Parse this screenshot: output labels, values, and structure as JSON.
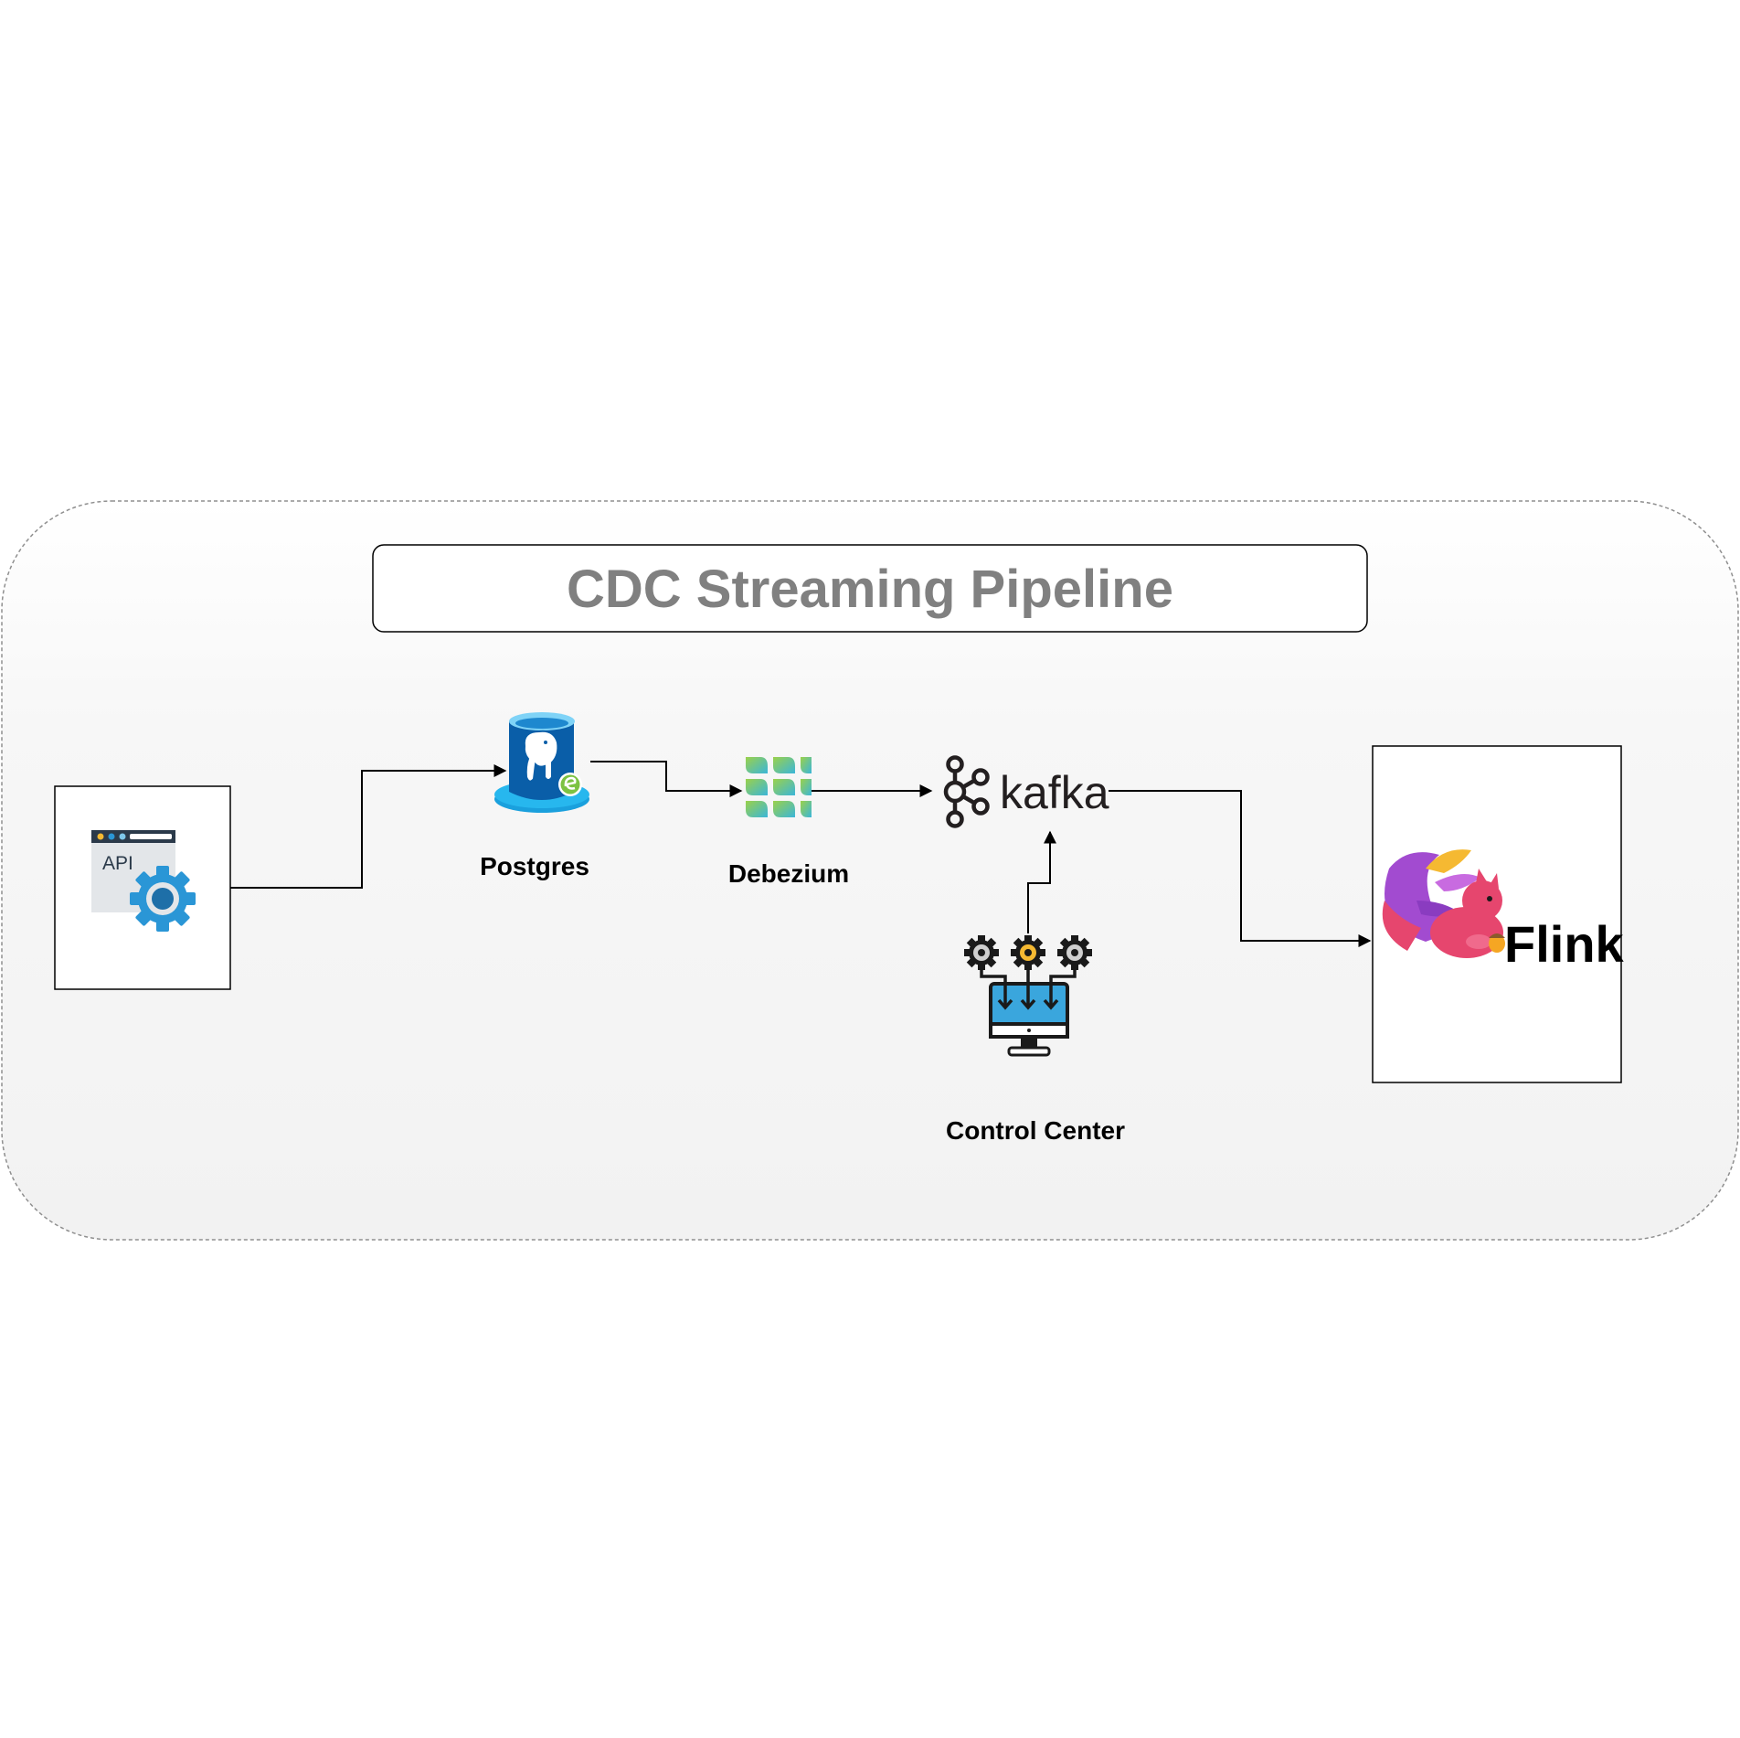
{
  "title": "CDC Streaming Pipeline",
  "nodes": {
    "api": {
      "icon": "api-gear-icon",
      "icon_text": "API"
    },
    "postgres": {
      "label": "Postgres",
      "icon": "postgres-database-icon"
    },
    "debezium": {
      "label": "Debezium",
      "icon": "debezium-logo-icon"
    },
    "kafka": {
      "logo_text": "kafka",
      "icon": "kafka-logo-icon"
    },
    "control_center": {
      "label": "Control Center",
      "icon": "control-center-monitor-icon"
    },
    "flink": {
      "logo_text": "Flink",
      "icon": "flink-squirrel-icon"
    }
  },
  "edges": [
    {
      "from": "api",
      "to": "postgres"
    },
    {
      "from": "postgres",
      "to": "debezium"
    },
    {
      "from": "debezium",
      "to": "kafka"
    },
    {
      "from": "control_center",
      "to": "kafka"
    },
    {
      "from": "kafka",
      "to": "flink"
    }
  ],
  "colors": {
    "title": "#808080",
    "postgres_blue": "#0a5ea8",
    "gear_blue": "#2a96d6",
    "flink_pink": "#e6466e",
    "flink_purple": "#a24bd0",
    "monitor_screen": "#3aa6dd",
    "gear_accent": "#f5b932"
  }
}
